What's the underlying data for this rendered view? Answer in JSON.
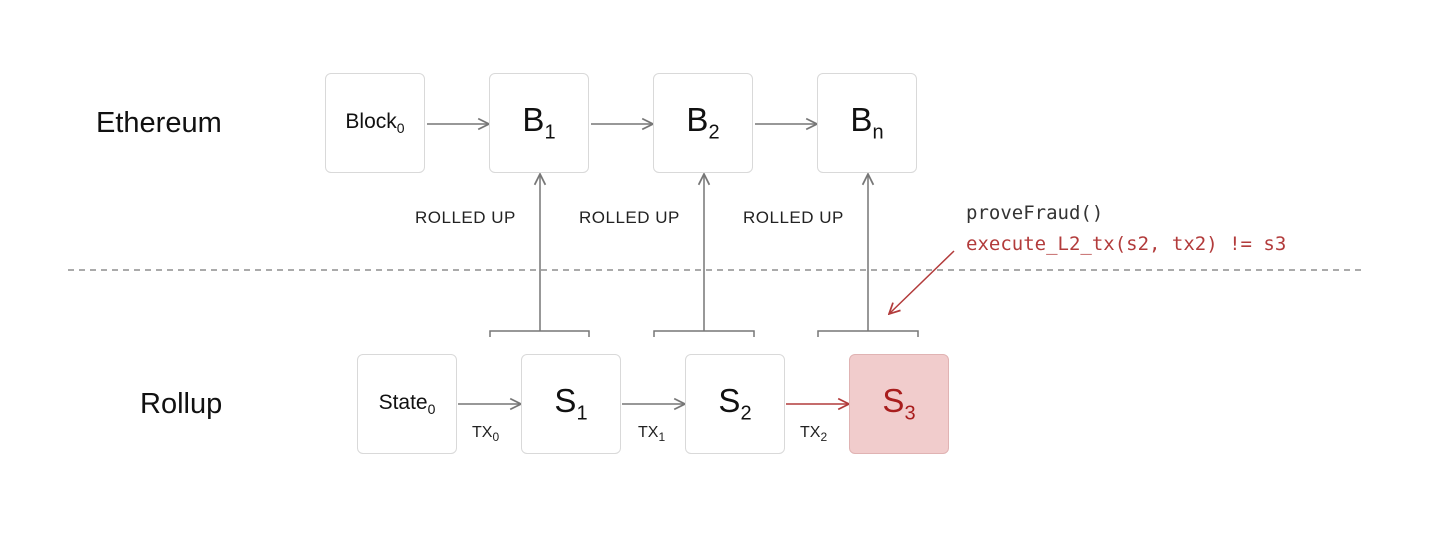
{
  "rows": {
    "ethereum": "Ethereum",
    "rollup": "Rollup"
  },
  "ethereum_blocks": [
    {
      "base": "Block",
      "sub": "0"
    },
    {
      "base": "B",
      "sub": "1"
    },
    {
      "base": "B",
      "sub": "2"
    },
    {
      "base": "B",
      "sub": "n"
    }
  ],
  "rollup_states": [
    {
      "base": "State",
      "sub": "0"
    },
    {
      "base": "S",
      "sub": "1"
    },
    {
      "base": "S",
      "sub": "2"
    },
    {
      "base": "S",
      "sub": "3"
    }
  ],
  "rolled_up_label": "ROLLED UP",
  "transactions": [
    {
      "base": "TX",
      "sub": "0"
    },
    {
      "base": "TX",
      "sub": "1"
    },
    {
      "base": "TX",
      "sub": "2"
    }
  ],
  "fraud_proof": {
    "call": "proveFraud()",
    "condition": "execute_L2_tx(s2, tx2) != s3"
  },
  "colors": {
    "fraud_red": "#b23b3b",
    "bad_state_fill": "#f1cccc",
    "line_gray": "#777777"
  }
}
